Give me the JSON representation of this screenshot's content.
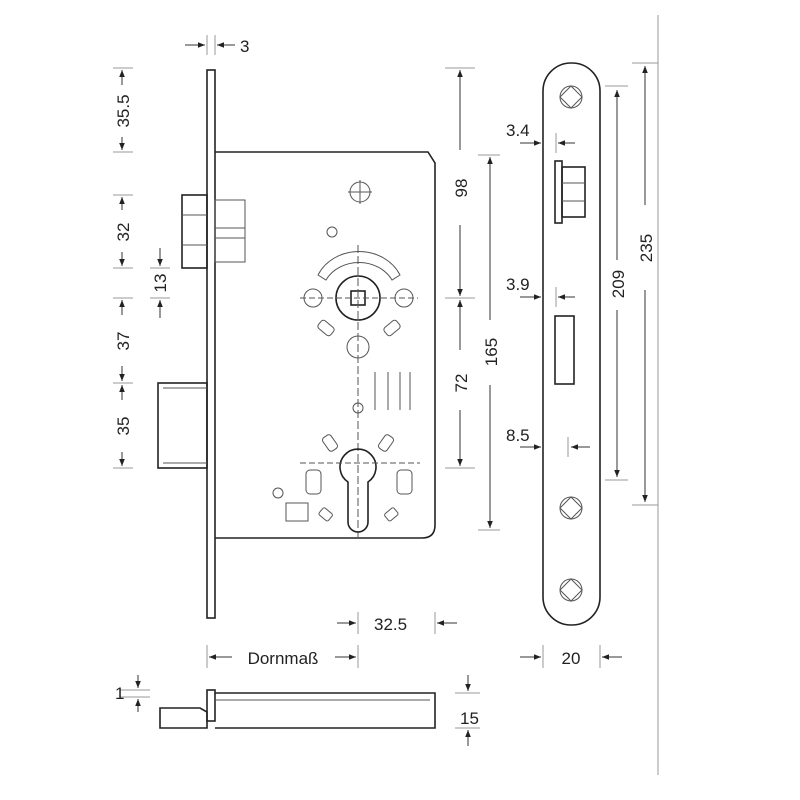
{
  "drawing": {
    "title": "Mortise lock dimension drawing",
    "dimensions": {
      "faceplate_thickness": "3",
      "top_to_case": "35.5",
      "latch_height": "32",
      "latch_gap": "13",
      "hub_to_bolt": "37",
      "bolt_height": "35",
      "hub_to_top": "98",
      "hub_to_cylinder": "72",
      "strike_holes": "165",
      "latch_offset": "3.4",
      "bolt_offset": "3.9",
      "screw_offset": "8.5",
      "screw_spacing": "209",
      "faceplate_length": "235",
      "case_edge": "32.5",
      "backset": "Dornmaß",
      "faceplate_width": "20",
      "bottom_offset": "1",
      "case_depth": "15"
    }
  }
}
